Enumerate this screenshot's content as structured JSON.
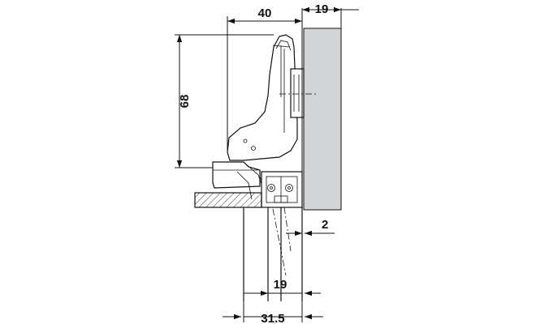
{
  "dimensions": {
    "hinge_depth": "40",
    "hinge_height": "68",
    "side_panel_thickness": "19",
    "overlay_gap": "2",
    "door_thickness": "19",
    "door_offset": "31.5"
  },
  "colors": {
    "side_panel_fill": "#d3d4d6",
    "line": "#111111",
    "background": "#ffffff"
  }
}
